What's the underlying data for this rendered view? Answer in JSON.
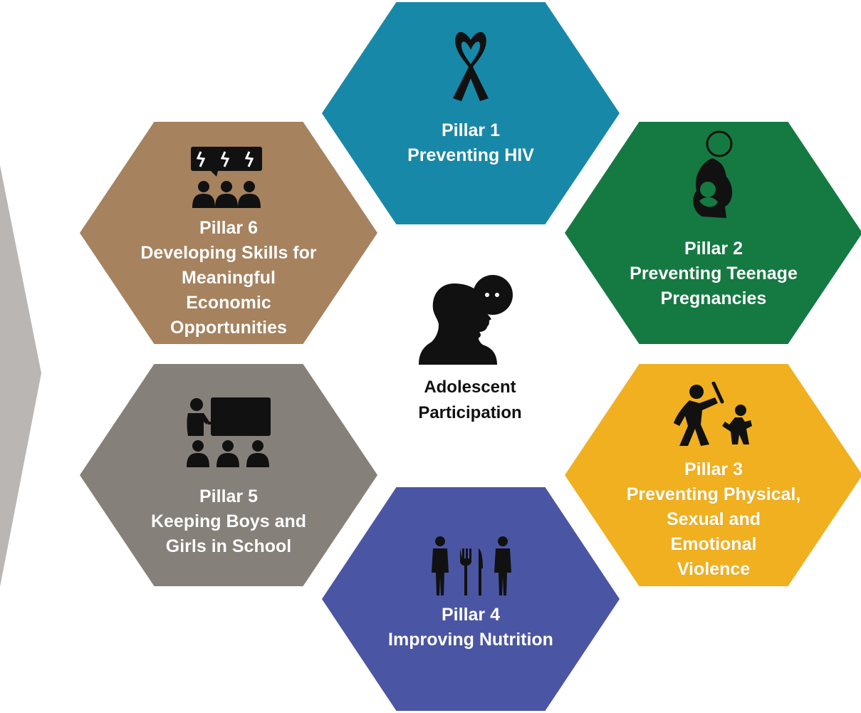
{
  "center": {
    "lines": [
      "Adolescent",
      "Participation"
    ],
    "icon": "person-thinking-icon"
  },
  "pillars": [
    {
      "id": 1,
      "lines": [
        "Pillar 1",
        "Preventing HIV"
      ],
      "color": "#1888A8",
      "icon": "awareness-ribbon-icon"
    },
    {
      "id": 2,
      "lines": [
        "Pillar 2",
        "Preventing Teenage",
        "Pregnancies"
      ],
      "color": "#157A42",
      "icon": "pregnant-silhouette-icon"
    },
    {
      "id": 3,
      "lines": [
        "Pillar 3",
        "Preventing Physical,",
        "Sexual and",
        "Emotional",
        "Violence"
      ],
      "color": "#F0B020",
      "icon": "violence-figures-icon"
    },
    {
      "id": 4,
      "lines": [
        "Pillar 4",
        "Improving Nutrition"
      ],
      "color": "#4A56A3",
      "icon": "people-fork-knife-icon"
    },
    {
      "id": 5,
      "lines": [
        "Pillar 5",
        "Keeping Boys and",
        "Girls in School"
      ],
      "color": "#86807B",
      "icon": "teacher-classroom-icon"
    },
    {
      "id": 6,
      "lines": [
        "Pillar 6",
        "Developing Skills for",
        "Meaningful",
        "Economic",
        "Opportunities"
      ],
      "color": "#A6825E",
      "icon": "money-speech-group-icon"
    }
  ],
  "side_arrow": {
    "color": "#B9B6B3",
    "icon": "chevron-arrow-icon"
  }
}
